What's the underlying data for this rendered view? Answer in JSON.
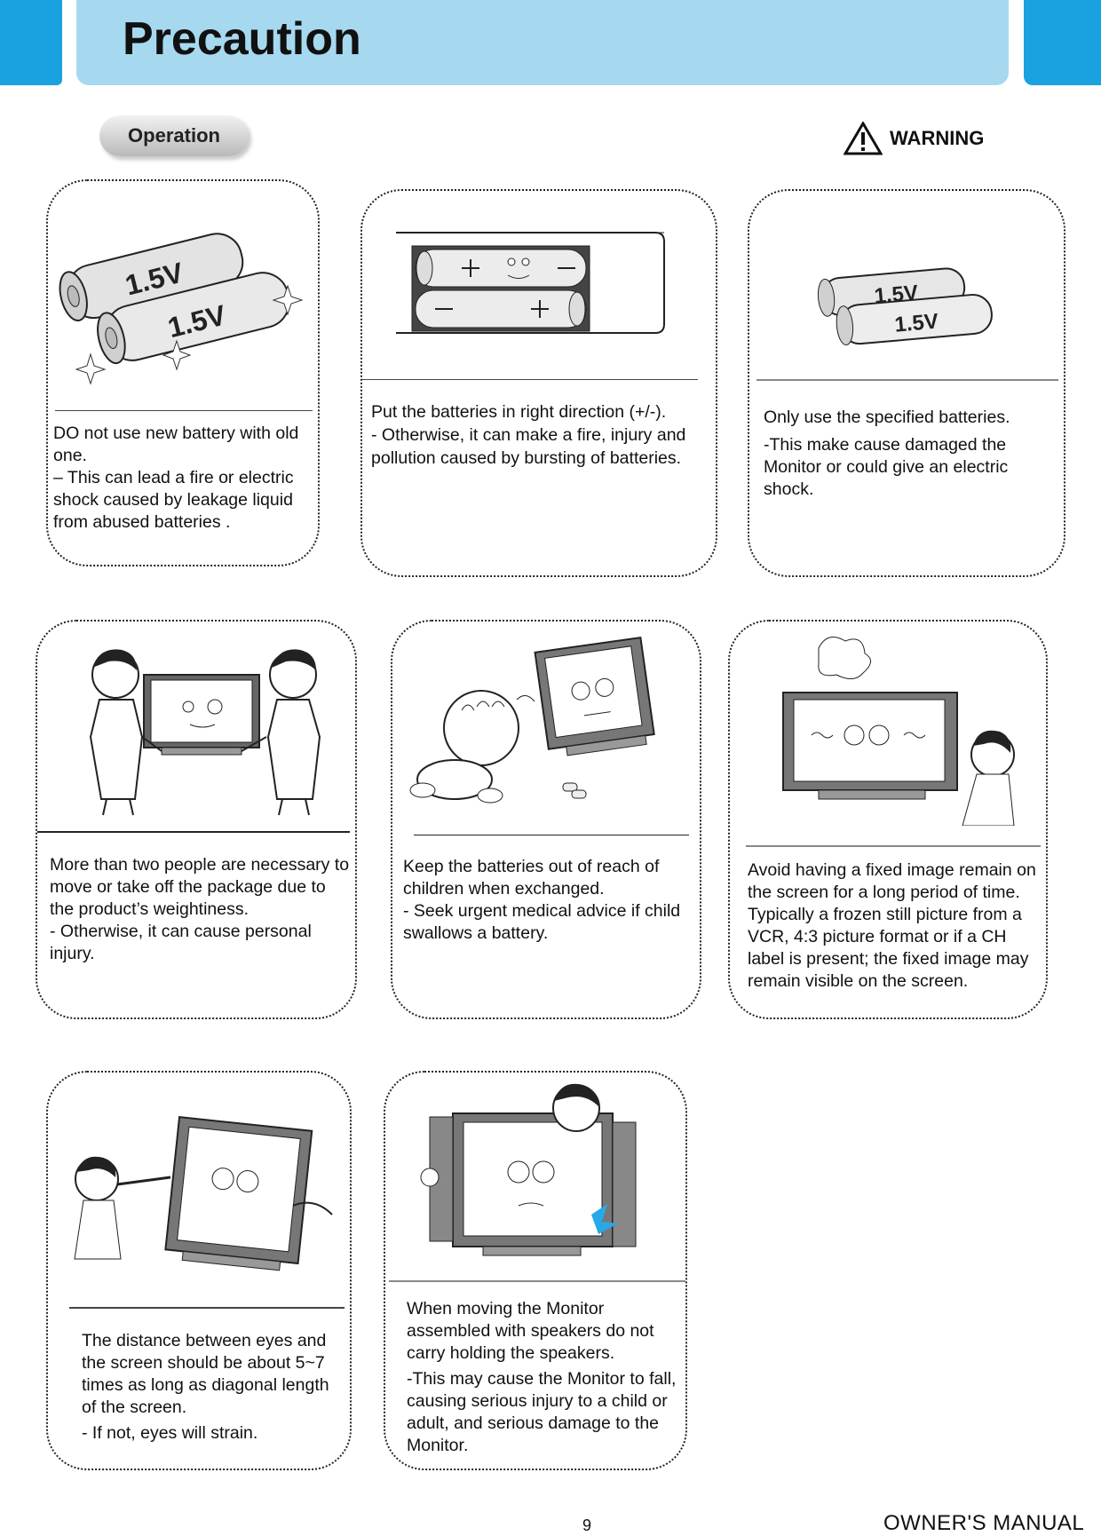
{
  "header": {
    "title": "Precaution"
  },
  "section": {
    "label": "Operation"
  },
  "warning": {
    "label": "WARNING"
  },
  "cards": [
    {
      "lines": [
        "DO not use new battery with old one.",
        "– This can lead a fire or electric shock caused by leakage liquid from abused batteries ."
      ],
      "label_text": "1.5V"
    },
    {
      "lines": [
        "Put the batteries in right direction (+/-).",
        "- Otherwise, it can make a fire, injury and pollution caused by bursting of batteries."
      ]
    },
    {
      "lines": [
        "Only use the specified batteries.",
        "-This make cause damaged the Monitor or could give an electric shock."
      ],
      "label_text": "1.5V"
    },
    {
      "lines": [
        "More than two people are necessary to move or take off the package due to the product’s weightiness.",
        "- Otherwise, it can cause personal injury."
      ]
    },
    {
      "lines": [
        "Keep the batteries out of reach of children when exchanged.",
        "- Seek urgent medical advice if child swallows a battery."
      ]
    },
    {
      "lines": [
        "Avoid having a fixed image remain on the screen for a long period of time. Typically a frozen still picture from a VCR, 4:3 picture format or if a CH label is present; the fixed image may remain visible on the screen."
      ]
    },
    {
      "lines": [
        "The distance between eyes and the screen should be about 5~7 times as long as diagonal length of the screen.",
        "- If not, eyes will strain."
      ]
    },
    {
      "lines": [
        "When moving the Monitor assembled with speakers do not carry holding the speakers.",
        "-This may cause the Monitor to fall, causing serious injury to a child or adult, and serious damage to the Monitor."
      ]
    }
  ],
  "footer": {
    "page_number": "9",
    "manual_label": "OWNER'S MANUAL"
  },
  "colors": {
    "header_blue": "#1aa1e0",
    "header_light": "#a6d9ef"
  }
}
